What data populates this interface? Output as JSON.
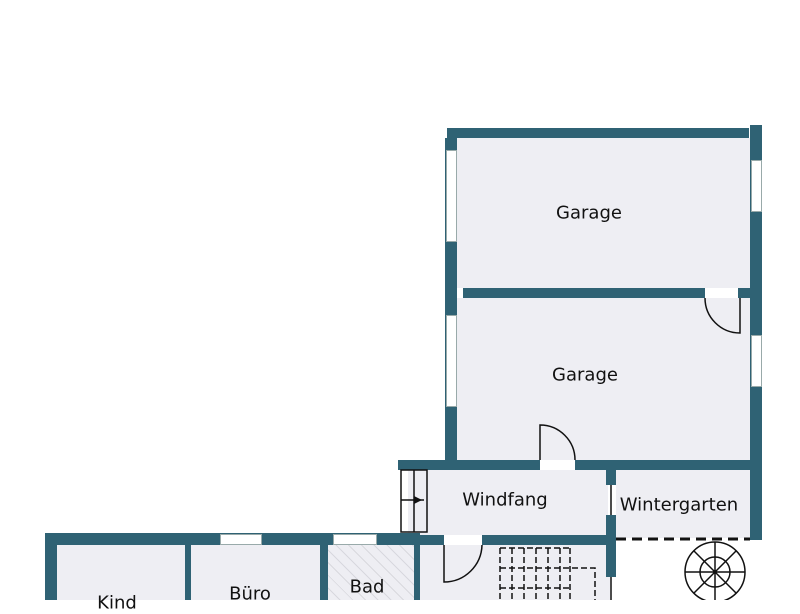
{
  "rooms": {
    "garage_top": "Garage",
    "garage_bottom": "Garage",
    "windfang": "Windfang",
    "wintergarten": "Wintergarten",
    "kind": "Kind",
    "buero": "Büro",
    "bad": "Bad"
  },
  "colors": {
    "wall": "#2f6274",
    "floor": "#eeeef3"
  }
}
